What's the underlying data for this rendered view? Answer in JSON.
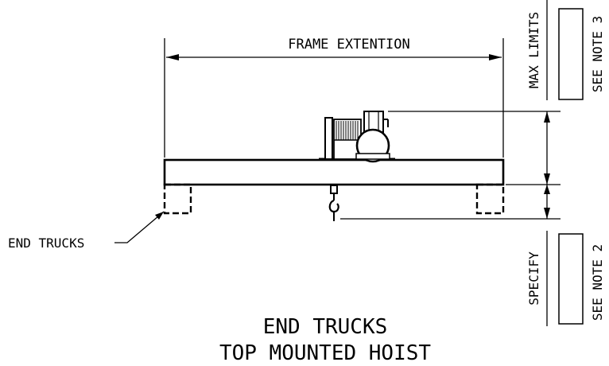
{
  "labels": {
    "frame_extension": "FRAME EXTENTION",
    "max_limits": "MAX LIMITS",
    "see_note_3": "SEE NOTE 3",
    "specify": "SPECIFY",
    "see_note_2": "SEE NOTE 2",
    "end_trucks_callout": "END TRUCKS"
  },
  "title": {
    "line1": "END TRUCKS",
    "line2": "TOP MOUNTED HOIST"
  }
}
